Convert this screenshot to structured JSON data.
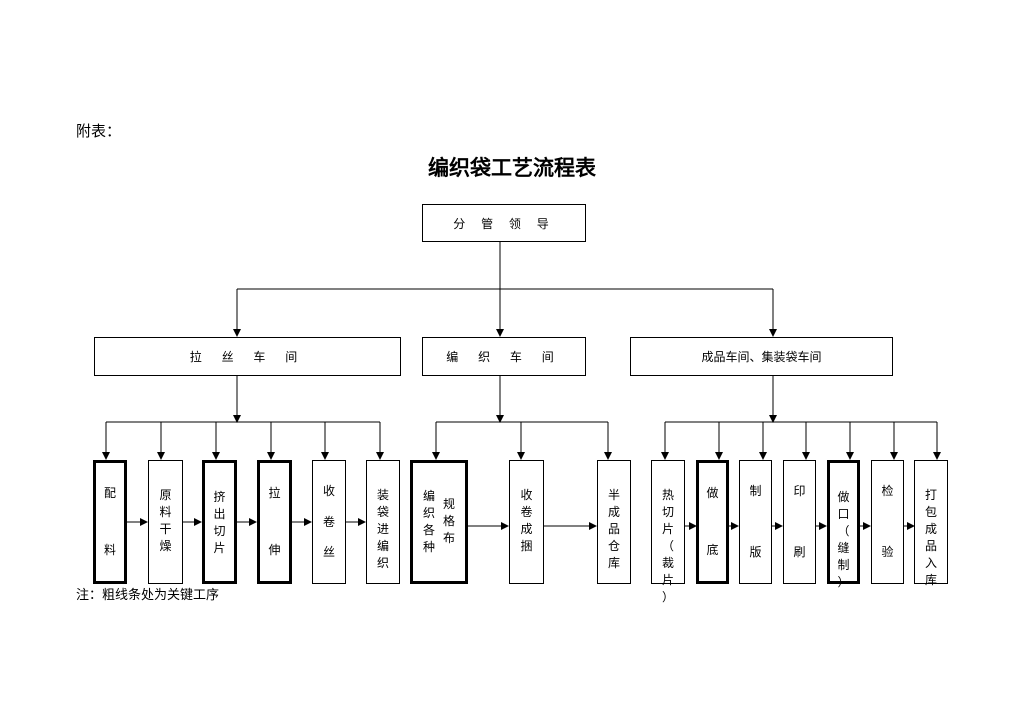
{
  "header": {
    "prefix": "附表：",
    "title": "编织袋工艺流程表"
  },
  "root": {
    "label": "分 管 领 导"
  },
  "departments": [
    {
      "id": "lasi",
      "label": "拉 丝 车 间"
    },
    {
      "id": "bianzhi",
      "label": "编 织 车 间"
    },
    {
      "id": "chengpin",
      "label": "成品车间、集装袋车间"
    }
  ],
  "steps": {
    "lasi": [
      {
        "text": "配料",
        "key": true
      },
      {
        "text": "原料干燥",
        "key": false
      },
      {
        "text": "挤出切片",
        "key": true
      },
      {
        "text": "拉伸",
        "key": true
      },
      {
        "text": "收卷丝",
        "key": false
      },
      {
        "text": "装袋进编织",
        "key": false
      }
    ],
    "bianzhi": [
      {
        "text": "编织各种规格布",
        "key": true
      },
      {
        "text": "收卷成捆",
        "key": false
      },
      {
        "text": "半成品仓库",
        "key": false
      }
    ],
    "chengpin": [
      {
        "text": "热切片（裁片）",
        "key": false
      },
      {
        "text": "做底",
        "key": true
      },
      {
        "text": "制版",
        "key": false
      },
      {
        "text": "印刷",
        "key": false
      },
      {
        "text": "做口（缝制）",
        "key": true
      },
      {
        "text": "检验",
        "key": false
      },
      {
        "text": "打包成品入库",
        "key": false
      }
    ]
  },
  "footer": {
    "note": "注：粗线条处为关键工序"
  }
}
